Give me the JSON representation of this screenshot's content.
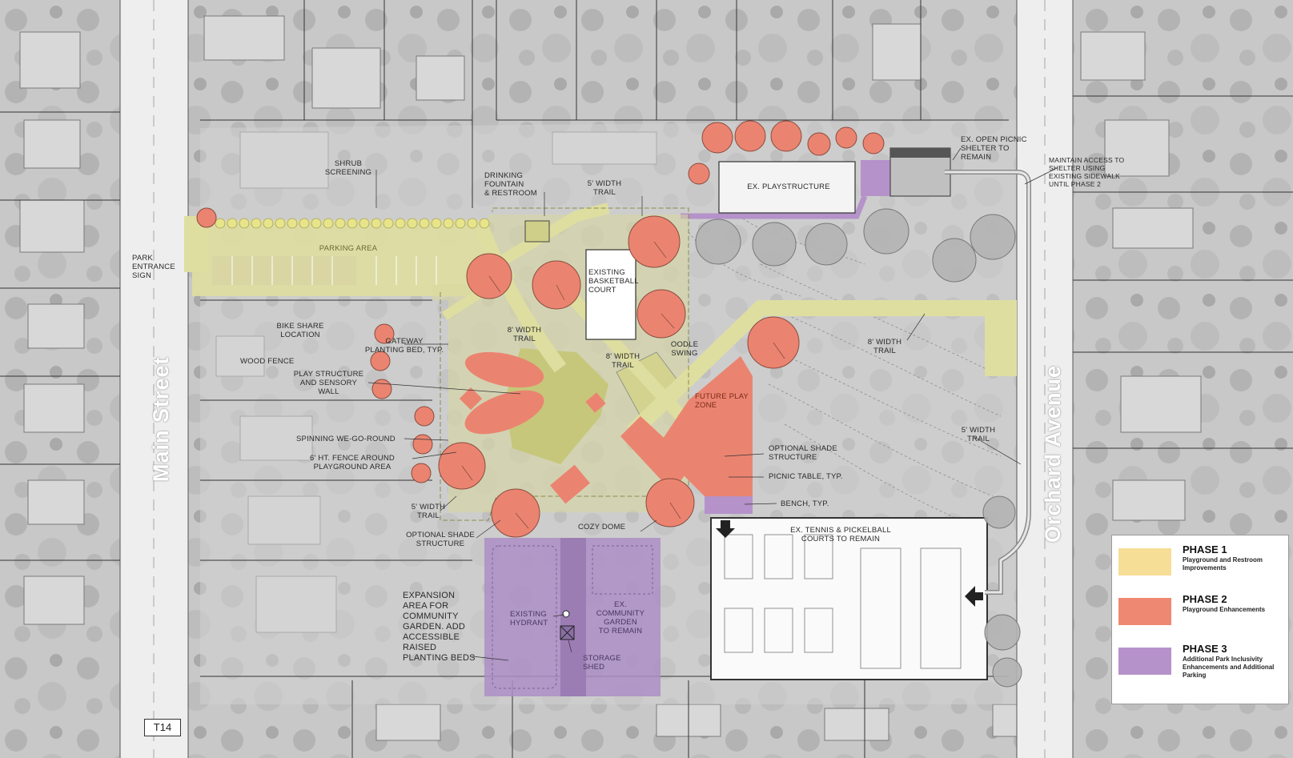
{
  "streets": {
    "west": "Main Street",
    "east": "Orchard Avenue"
  },
  "features": {
    "playstructure": "Ex. PLAYSTRUCTURE",
    "parking_area": "PARKING AREA",
    "basketball": "EXISTING\nBASKETBALL\nCOURT",
    "future_play": "FUTURE PLAY\nZONE",
    "tennis": "Ex. TENNIS & PICKELBALL\nCOURTS TO REMAIN",
    "community_garden": "Ex.\nCOMMUNITY\nGARDEN\nTO REMAIN",
    "hydrant": "EXISTING\nHYDRANT",
    "storage_shed": "STORAGE\nSHED"
  },
  "callouts": {
    "shrub_screening": "SHRUB\nSCREENING",
    "drinking_fountain": "DRINKING\nFOUNTAIN\n& RESTROOM",
    "trail_5ft_top": "5' WIDTH\nTRAIL",
    "picnic_shelter": "Ex. OPEN PICNIC\nSHELTER TO\nREMAIN",
    "maintain_access": "MAINTAIN ACCESS TO\nSHELTER USING\nEXISTING SIDEWALK\nUNTIL PHASE 2",
    "park_entrance": "PARK\nENTRANCE\nSIGN",
    "bike_share": "BIKE SHARE\nLOCATION",
    "gateway": "GATEWAY\nPLANTING BED, TYP.",
    "wood_fence": "WOOD FENCE",
    "play_structure_wall": "PLAY STRUCTURE\nAND SENSORY\nWALL",
    "spinning": "SPINNING WE-GO-ROUND",
    "fence_6ft": "6' HT. FENCE AROUND\nPLAYGROUND AREA",
    "trail_5ft_left": "5' WIDTH\nTRAIL",
    "optional_shade_left": "OPTIONAL SHADE\nSTRUCTURE",
    "trail_8ft_a": "8' WIDTH\nTRAIL",
    "trail_8ft_b": "8' WIDTH\nTRAIL",
    "oodle_swing": "OODLE\nSWING",
    "trail_8ft_east": "8' WIDTH\nTRAIL",
    "trail_5ft_east": "5' WIDTH\nTRAIL",
    "optional_shade_right": "OPTIONAL SHADE\nSTRUCTURE",
    "picnic_table": "PICNIC TABLE, TYP.",
    "bench": "BENCH, TYP.",
    "cozy_dome": "COZY DOME",
    "expansion_area": "EXPANSION\nAREA FOR\nCOMMUNITY\nGARDEN. ADD\nACCESSIBLE\nRAISED\nPLANTING BEDS"
  },
  "legend": [
    {
      "title": "PHASE 1",
      "desc": "Playground and Restroom Improvements",
      "color": "#f6de96"
    },
    {
      "title": "PHASE 2",
      "desc": "Playground Enhancements",
      "color": "#ef8872"
    },
    {
      "title": "PHASE 3",
      "desc": "Additional Park Inclusivity Enhancements and Additional Parking",
      "color": "#b592c9"
    }
  ],
  "sheet_tag": "T14",
  "colors": {
    "phase1": "#e0dfa2",
    "phase2": "#ea8470",
    "phase3": "#ab8ec6",
    "aerial": "#cbcbcb",
    "road": "#eeeeee"
  }
}
